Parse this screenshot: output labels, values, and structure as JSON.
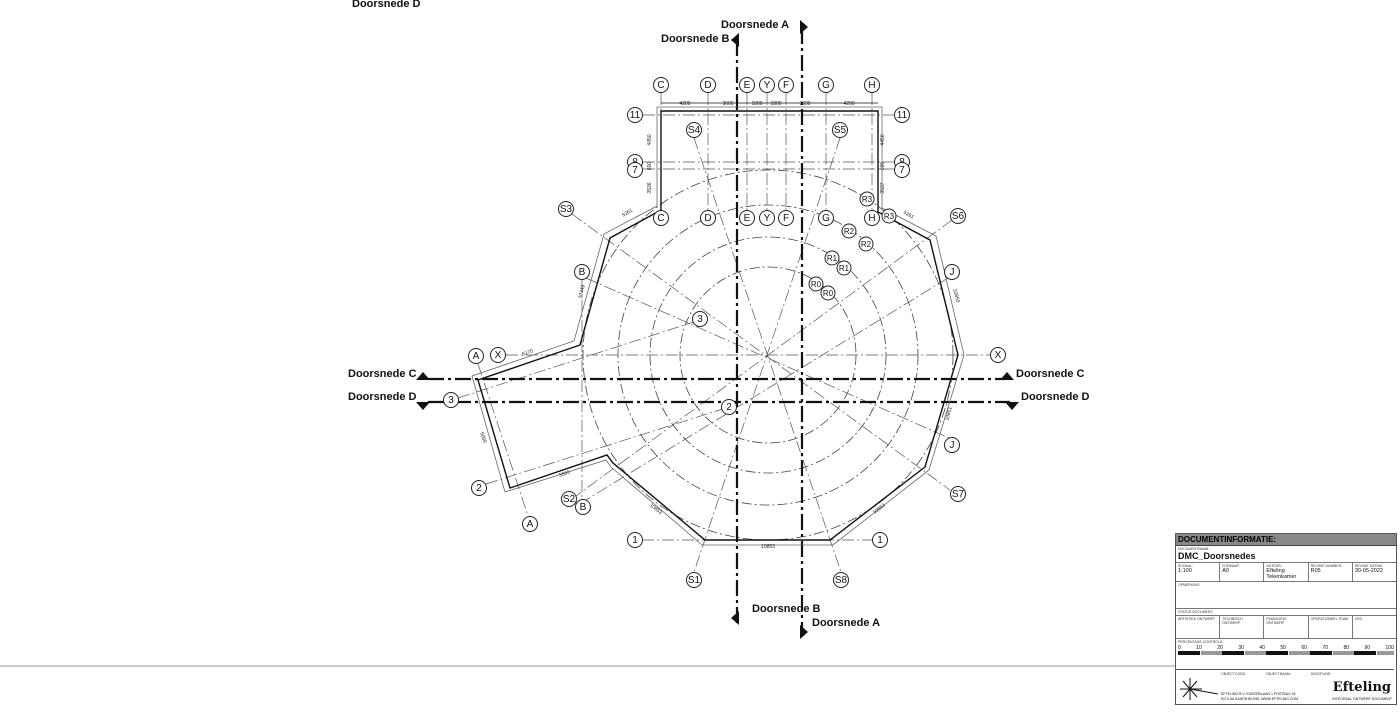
{
  "sections": {
    "top_partial": "Doorsnede D",
    "a_top": "Doorsnede A",
    "b_top": "Doorsnede B",
    "c_left": "Doorsnede C",
    "d_left": "Doorsnede D",
    "c_right": "Doorsnede C",
    "d_right": "Doorsnede D",
    "b_bottom": "Doorsnede B",
    "a_bottom": "Doorsnede A"
  },
  "grid": {
    "C": "C",
    "D": "D",
    "E": "E",
    "Y": "Y",
    "F": "F",
    "G": "G",
    "H": "H",
    "n11": "11",
    "n8": "8",
    "n7": "7",
    "S1": "S1",
    "S2": "S2",
    "S3": "S3",
    "S4": "S4",
    "S5": "S5",
    "S6": "S6",
    "S7": "S7",
    "S8": "S8",
    "A": "A",
    "B": "B",
    "J": "J",
    "X": "X",
    "n1": "1",
    "n2": "2",
    "n3": "3",
    "R0": "R0",
    "R1": "R1",
    "R2": "R2",
    "R3": "R3"
  },
  "dims": {
    "d4200": "4200",
    "d3600": "3600",
    "d1800": "1800",
    "d4450": "4450",
    "d600": "600",
    "d3536": "3536",
    "d3537": "3537",
    "d5261": "5261",
    "d10349": "10349",
    "d5170": "5170",
    "d5000": "5000",
    "d5865": "5865",
    "d10853": "10853",
    "d10851": "10851"
  },
  "titleblock": {
    "header": "DOCUMENTINFORMATIE:",
    "docname_label": "DOCUMENTNAAM:",
    "docname": "DMC_Doorsnedes",
    "schaal_label": "SCHAAL:",
    "schaal": "1:100",
    "formaat_label": "FORMAAT:",
    "formaat": "A0",
    "auteur_label": "AUTEUR:",
    "auteur": "Efteling Tekenkamer",
    "revisie_label": "REVISIE NUMMER:",
    "revisie": "R05",
    "datum_label": "REVISIE DATUM:",
    "datum": "30-05-2022",
    "opmerking_label": "OPMERKING:",
    "status_label": "STATUS DOCUMENT:",
    "approvals": [
      "ARTISTIEK ONTWERP",
      "TECHNISCH ONTWERP",
      "FINANCIEEL ONTWERP",
      "OPERATIONEEL TEAM",
      "CEO"
    ],
    "controle_label": "PERCENTAGE CONTROLE:",
    "scale": [
      "0",
      "10",
      "20",
      "30",
      "40",
      "50",
      "60",
      "70",
      "80",
      "90",
      "100"
    ],
    "objectcode_label": "OBJECTCODE:",
    "objectnaam_label": "OBJECTNAAM:",
    "discipline_label": "DISCIPLINE:",
    "address1": "EFTELING B.V.   EUROPALAAN 1   POSTBUS 18",
    "address2": "5170 AA   KAATSHEUVEL   WWW.EFTELING.COM",
    "logo": "Efteling",
    "doc_type": "INTEGRAAL ONTWERP DOCUMENT"
  }
}
